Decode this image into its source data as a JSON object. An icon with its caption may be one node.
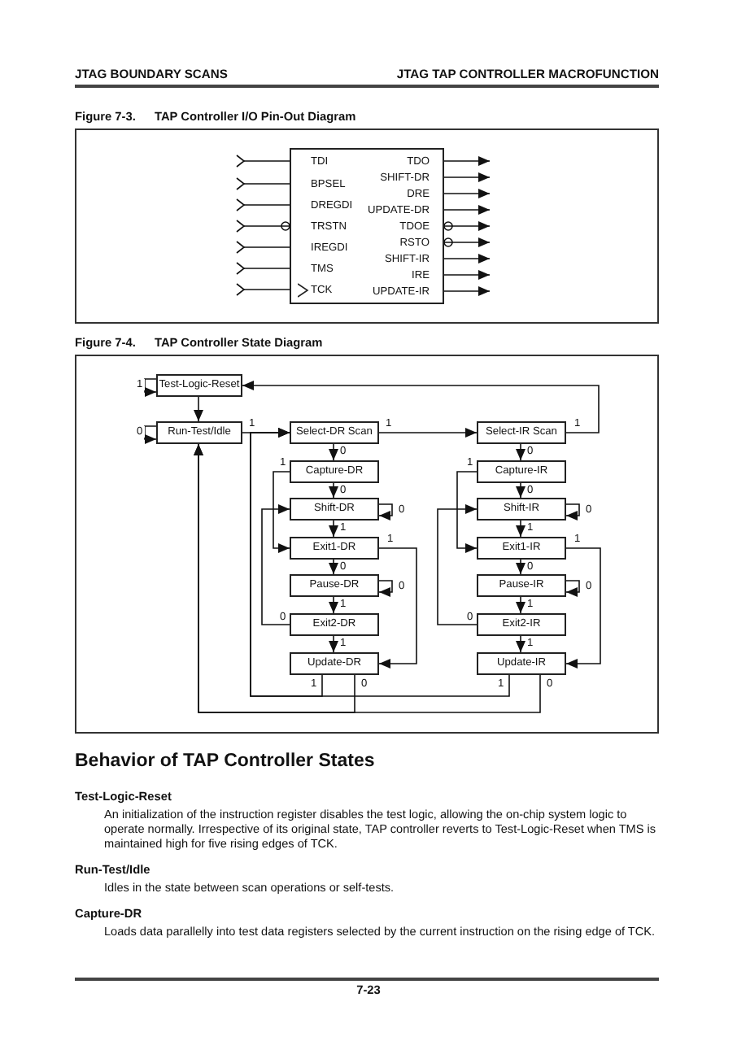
{
  "diagram": {
    "nodes": [
      {
        "text": [
          "Figure 7-3.",
          "TAP Controller I/O Pin-Out Diagram"
        ]
      },
      {
        "text": [
          "TDI",
          "BPSEL",
          "DREGDI",
          "TRSTN",
          "IREGDI",
          "TMS",
          "TCK",
          "TDO",
          "SHIFT-DR",
          "DRE",
          "UPDATE-DR",
          "TDOE",
          "RSTO",
          "SHIFT-IR",
          "IRE",
          "UPDATE-IR"
        ],
        "in": 0
      },
      {
        "text": [
          "Figure 7-4.",
          "TAP Controller State Diagram"
        ]
      },
      {
        "text": [
          "Test-Logic-Reset"
        ],
        "in": 2
      },
      {
        "text": [
          "Run-Test/Idle"
        ],
        "in": 2
      },
      {
        "text": [
          "Select-DR Scan"
        ],
        "in": 2
      },
      {
        "text": [
          "Capture-DR"
        ],
        "in": 2
      },
      {
        "text": [
          "Shift-DR"
        ],
        "in": 2
      },
      {
        "text": [
          "Exit1-DR"
        ],
        "in": 2
      },
      {
        "text": [
          "Pause-DR"
        ],
        "in": 2
      },
      {
        "text": [
          "Exit2-DR"
        ],
        "in": 2
      },
      {
        "text": [
          "Update-DR"
        ],
        "in": 2
      },
      {
        "text": [
          "Select-IR Scan"
        ],
        "in": 2
      },
      {
        "text": [
          "Capture-IR"
        ],
        "in": 2
      },
      {
        "text": [
          "Shift-IR"
        ],
        "in": 2
      },
      {
        "text": [
          "Exit1-IR"
        ],
        "in": 2
      },
      {
        "text": [
          "Pause-IR"
        ],
        "in": 2
      },
      {
        "text": [
          "Exit2-IR"
        ],
        "in": 2
      },
      {
        "text": [
          "Update-IR"
        ],
        "in": 2
      }
    ],
    "edges": [
      {
        "from": null,
        "to": 1,
        "arrow": "other"
      },
      {
        "from": null,
        "to": 1,
        "arrow": "other"
      },
      {
        "from": null,
        "to": 1,
        "arrow": "other"
      },
      {
        "from": null,
        "to": 1,
        "arrow": "other"
      },
      {
        "from": null,
        "to": 1,
        "arrow": "other"
      },
      {
        "from": null,
        "to": 1,
        "arrow": "other"
      },
      {
        "from": null,
        "to": 1,
        "arrow": "other"
      },
      {
        "from": 1,
        "to": null,
        "arrow": "to"
      },
      {
        "from": 1,
        "to": null,
        "arrow": "to"
      },
      {
        "from": 1,
        "to": null,
        "arrow": "to"
      },
      {
        "from": 1,
        "to": null,
        "arrow": "to"
      },
      {
        "from": 1,
        "to": null,
        "arrow": "to"
      },
      {
        "from": 1,
        "to": null,
        "arrow": "to"
      },
      {
        "from": 1,
        "to": null,
        "arrow": "to"
      },
      {
        "from": 1,
        "to": null,
        "arrow": "to"
      },
      {
        "from": 1,
        "to": null,
        "arrow": "to"
      },
      {
        "from": 3,
        "to": 3,
        "arrow": "to",
        "label": "1"
      },
      {
        "from": 3,
        "to": 4,
        "arrow": "to"
      },
      {
        "from": 4,
        "to": 4,
        "arrow": "to",
        "label": "0"
      },
      {
        "from": 4,
        "to": 5,
        "arrow": "to",
        "label": "1"
      },
      {
        "from": 5,
        "to": 6,
        "arrow": "to",
        "label": "0"
      },
      {
        "from": 5,
        "to": 12,
        "arrow": "to",
        "label": "1"
      },
      {
        "from": 12,
        "to": 13,
        "arrow": "to",
        "label": "0"
      },
      {
        "from": 12,
        "to": 3,
        "arrow": "to",
        "label": "1"
      },
      {
        "from": 6,
        "to": 7,
        "arrow": "to",
        "label": "0"
      },
      {
        "from": 6,
        "to": 8,
        "arrow": "to",
        "label": "1"
      },
      {
        "from": 7,
        "to": 7,
        "arrow": "to",
        "label": "0"
      },
      {
        "from": 7,
        "to": 8,
        "arrow": "to",
        "label": "1"
      },
      {
        "from": 8,
        "to": 9,
        "arrow": "to",
        "label": "0"
      },
      {
        "from": 8,
        "to": 11,
        "arrow": "to",
        "label": "1"
      },
      {
        "from": 9,
        "to": 9,
        "arrow": "to",
        "label": "0"
      },
      {
        "from": 9,
        "to": 10,
        "arrow": "to",
        "label": "1"
      },
      {
        "from": 10,
        "to": 7,
        "arrow": "to",
        "label": "0"
      },
      {
        "from": 10,
        "to": 11,
        "arrow": "to",
        "label": "1"
      },
      {
        "from": 11,
        "to": 5,
        "arrow": "to",
        "label": "1"
      },
      {
        "from": 11,
        "to": 4,
        "arrow": "to",
        "label": "0"
      },
      {
        "from": 13,
        "to": 14,
        "arrow": "to",
        "label": "0"
      },
      {
        "from": 13,
        "to": 15,
        "arrow": "to",
        "label": "1"
      },
      {
        "from": 14,
        "to": 14,
        "arrow": "to",
        "label": "0"
      },
      {
        "from": 14,
        "to": 15,
        "arrow": "to",
        "label": "1"
      },
      {
        "from": 15,
        "to": 16,
        "arrow": "to",
        "label": "0"
      },
      {
        "from": 15,
        "to": 18,
        "arrow": "to",
        "label": "1"
      },
      {
        "from": 16,
        "to": 16,
        "arrow": "to",
        "label": "0"
      },
      {
        "from": 16,
        "to": 17,
        "arrow": "to",
        "label": "1"
      },
      {
        "from": 17,
        "to": 14,
        "arrow": "to",
        "label": "0"
      },
      {
        "from": 17,
        "to": 18,
        "arrow": "to",
        "label": "1"
      },
      {
        "from": 18,
        "to": 5,
        "arrow": "to",
        "label": "1"
      },
      {
        "from": 18,
        "to": 4,
        "arrow": "to",
        "label": "0"
      }
    ],
    "labels": [
      "JTAG BOUNDARY SCANS",
      "JTAG TAP CONTROLLER MACROFUNCTION",
      "Behavior of TAP Controller States",
      "Test-Logic-Reset",
      "An initialization of the instruction register disables the test logic, allowing the on-chip system logic to operate normally. Irrespective of its original state, TAP controller reverts to Test-Logic-Reset when TMS is maintained high for five rising edges of TCK.",
      "Run-Test/Idle",
      "Idles in the state between scan operations or self-tests.",
      "Capture-DR",
      "Loads data parallelly into test data registers selected by the current instruction on the rising edge of TCK.",
      "7-23"
    ]
  }
}
